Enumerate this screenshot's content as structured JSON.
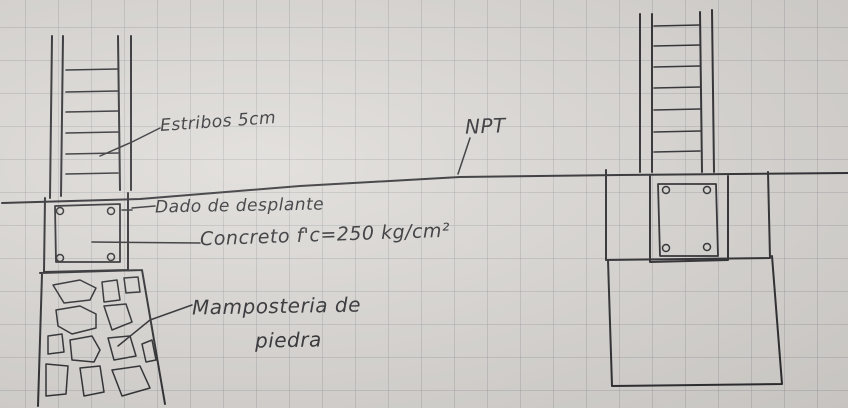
{
  "labels": {
    "estribos": "Estribos 5cm",
    "npt": "NPT",
    "dado": "Dado de desplante",
    "concreto": "Concreto f'c=250 kg/cm²",
    "mamposteria_line1": "Mamposteria de",
    "mamposteria_line2": "piedra"
  },
  "colors": {
    "paper": "#dddad6",
    "grid": "#9696a0",
    "ink": "#2a2a2e"
  }
}
